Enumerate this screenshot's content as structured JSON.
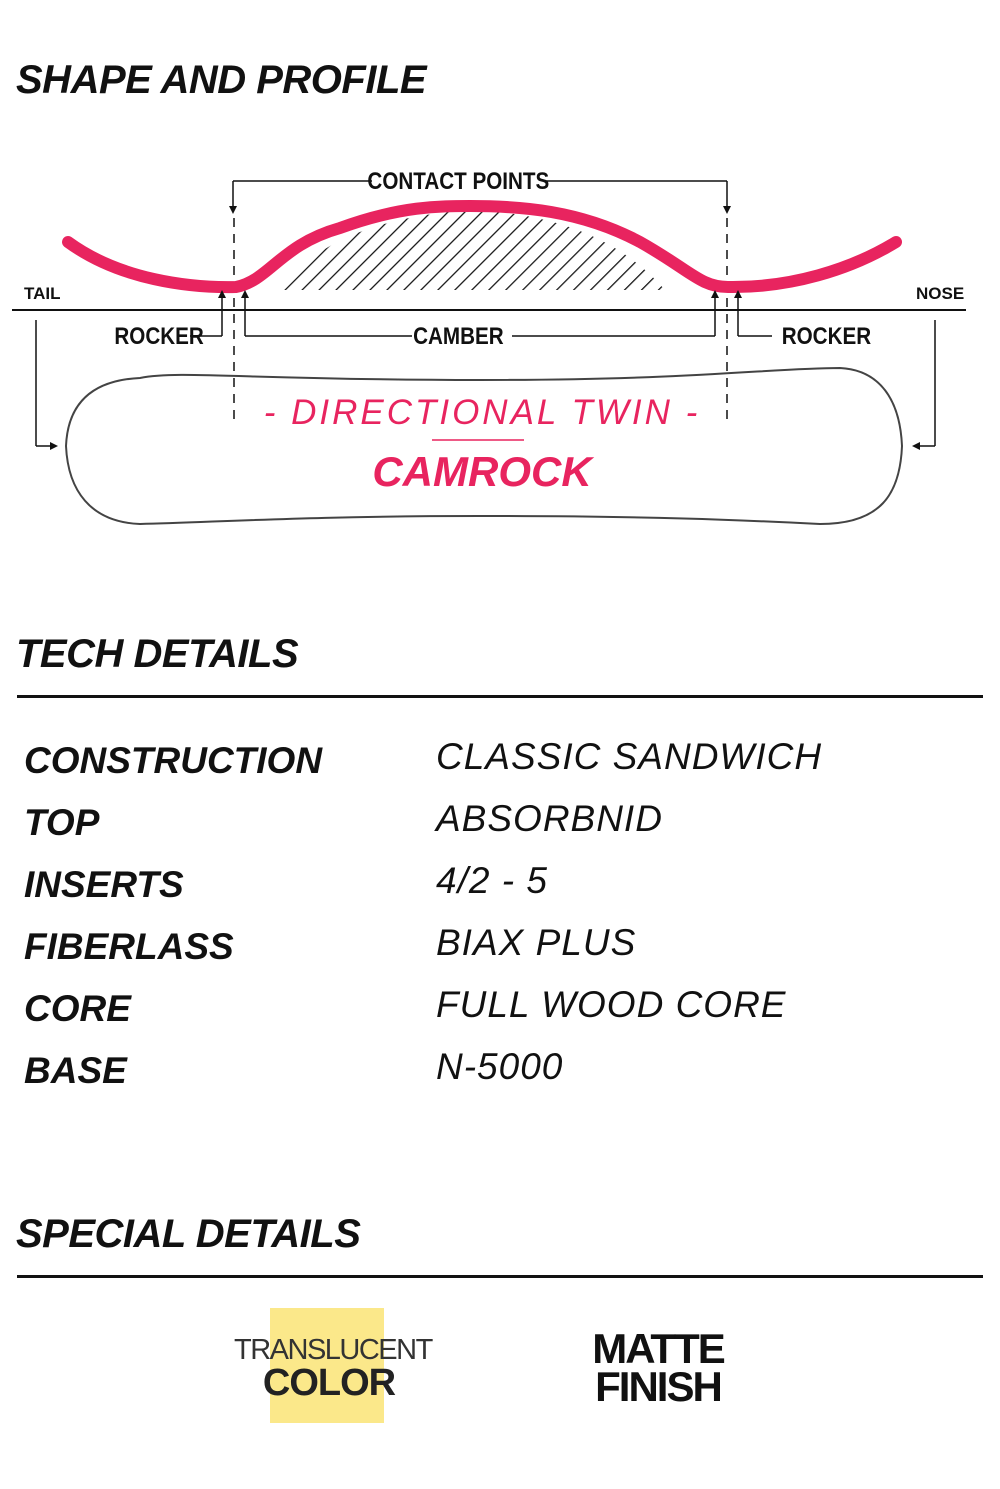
{
  "sections": {
    "shape": "SHAPE AND PROFILE",
    "tech": "TECH DETAILS",
    "special": "SPECIAL DETAILS"
  },
  "diagram": {
    "contact_points": "CONTACT POINTS",
    "tail": "TAIL",
    "nose": "NOSE",
    "rocker_left": "ROCKER",
    "camber": "CAMBER",
    "rocker_right": "ROCKER",
    "shape_name": "- DIRECTIONAL TWIN -",
    "profile_name": "CAMROCK",
    "accent_color": "#e8245f"
  },
  "specs": [
    {
      "key": "CONSTRUCTION",
      "value": "CLASSIC SANDWICH"
    },
    {
      "key": "TOP",
      "value": "ABSORBNID"
    },
    {
      "key": "INSERTS",
      "value": "4/2 - 5"
    },
    {
      "key": "FIBERLASS",
      "value": "BIAX PLUS"
    },
    {
      "key": "CORE",
      "value": "FULL WOOD CORE"
    },
    {
      "key": "BASE",
      "value": "N-5000"
    }
  ],
  "badges": {
    "translucent_line1": "TRANSLUCENT",
    "translucent_line2": "COLOR",
    "translucent_color": "#fbe88a",
    "matte_line1": "MATTE",
    "matte_line2": "FINISH"
  }
}
